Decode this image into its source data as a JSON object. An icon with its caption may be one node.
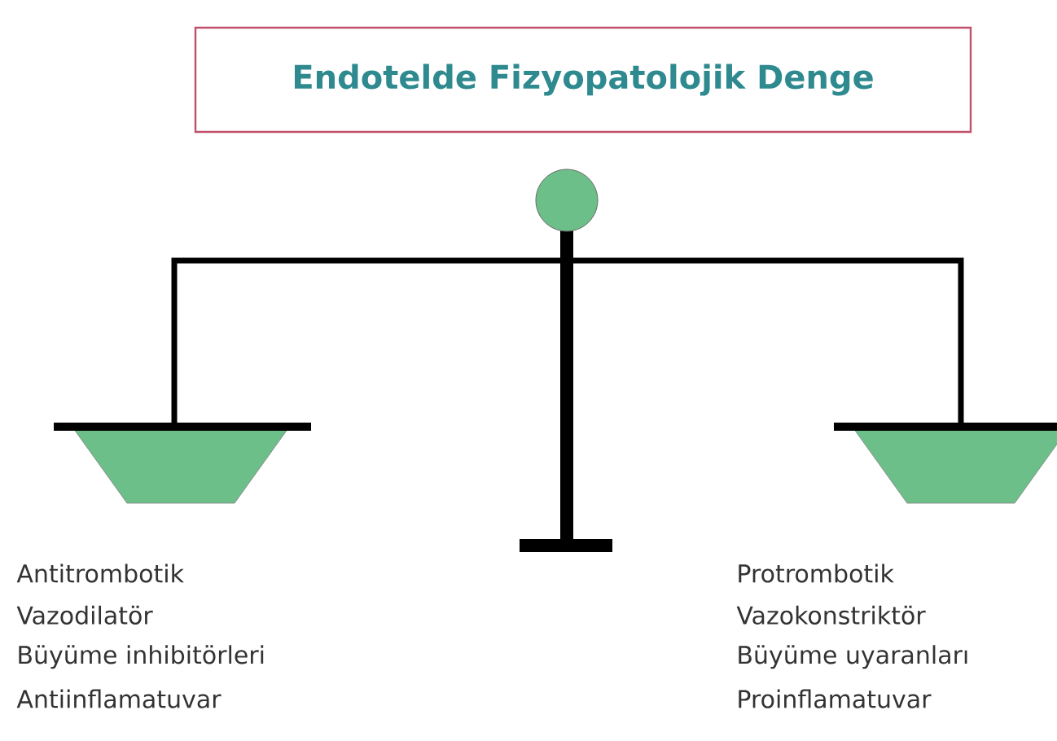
{
  "diagram": {
    "title": "Endotelde Fizyopatolojik Denge",
    "labels": [
      "Antitrombotik",
      "Vazodilatör",
      "Büyüme inhibitörleri",
      "Antiinflamatuvar",
      "Protrombotik",
      "Vazokonstriktör",
      "Büyüme uyaranları",
      "Proinflamatuvar"
    ]
  }
}
